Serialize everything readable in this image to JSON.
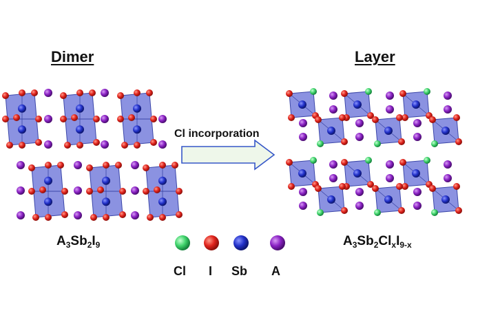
{
  "titles": {
    "left": "Dimer",
    "right": "Layer"
  },
  "arrow_label": "Cl incorporation",
  "formula_left": {
    "p1": "A",
    "s1": "3",
    "p2": "Sb",
    "s2": "2",
    "p3": "I",
    "s3": "9"
  },
  "formula_right": {
    "p1": "A",
    "s1": "3",
    "p2": "Sb",
    "s2": "2",
    "p3": "Cl",
    "s3": "x",
    "p4": "I",
    "s4": "9-x"
  },
  "legend": [
    {
      "label": "Cl",
      "color": "#3fd36b"
    },
    {
      "label": "I",
      "color": "#e0231c"
    },
    {
      "label": "Sb",
      "color": "#2231c9"
    },
    {
      "label": "A",
      "color": "#8a22c4"
    }
  ],
  "colors": {
    "octahedron": "#6a73d8",
    "octahedron_edge": "#3b46a8",
    "arrow_fill": "#eef7ea",
    "arrow_stroke": "#3556c8"
  }
}
